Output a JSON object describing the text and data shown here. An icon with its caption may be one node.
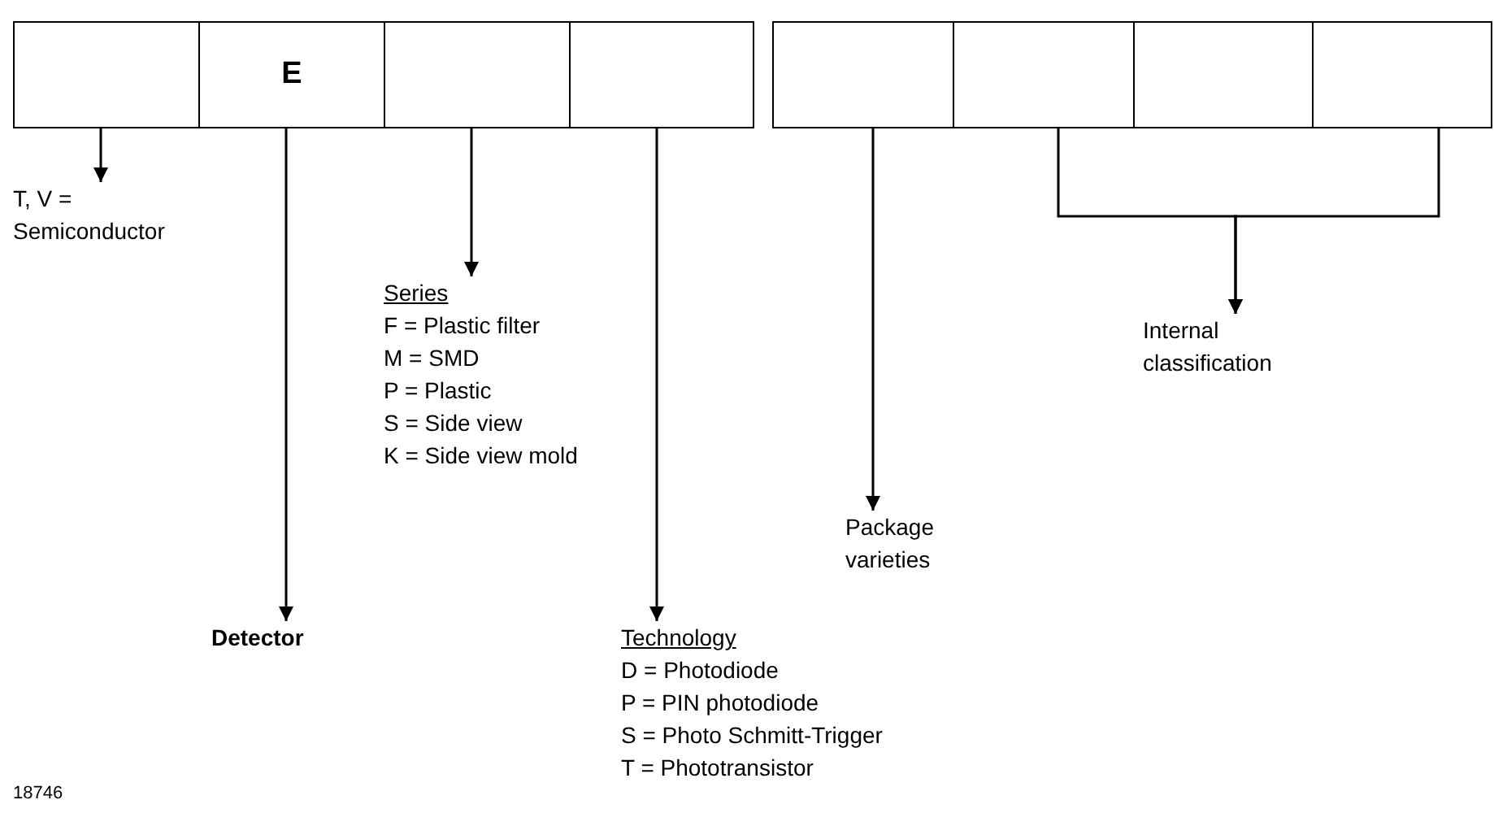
{
  "diagram": {
    "nodes": [
      {
        "text": [],
        "shape": "box"
      },
      {
        "text": [
          "E"
        ]
      },
      {
        "text": [],
        "shape": "box"
      },
      {
        "text": [],
        "shape": "box"
      },
      {
        "text": [],
        "shape": "box"
      },
      {
        "text": [],
        "shape": "box"
      },
      {
        "text": [],
        "shape": "box"
      },
      {
        "text": [],
        "shape": "box"
      },
      {
        "text": [
          "T, V = Semiconductor"
        ]
      },
      {
        "text": [
          "Detector"
        ]
      },
      {
        "text": [
          "Series",
          "F = Plastic filter",
          "M = SMD",
          "P = Plastic",
          "S = Side view",
          "K = Side view mold"
        ]
      },
      {
        "text": [
          "Technology",
          "D = Photodiode",
          "P = PIN photodiode",
          "S = Photo Schmitt-Trigger",
          "T = Phototransistor"
        ]
      },
      {
        "text": [
          "Package varieties"
        ]
      },
      {
        "text": [
          "Internal classification"
        ]
      }
    ],
    "edges": [
      {
        "from": 0,
        "to": 8,
        "arrow": "to"
      },
      {
        "from": 1,
        "to": 9,
        "arrow": "to"
      },
      {
        "from": 2,
        "to": 10,
        "arrow": "to"
      },
      {
        "from": 3,
        "to": 11,
        "arrow": "to"
      },
      {
        "from": 4,
        "to": 12,
        "arrow": "to"
      },
      {
        "from": 5,
        "to": 13,
        "arrow": "to"
      },
      {
        "from": 7,
        "to": 13,
        "arrow": "to"
      }
    ],
    "labels": [
      "18746"
    ]
  }
}
